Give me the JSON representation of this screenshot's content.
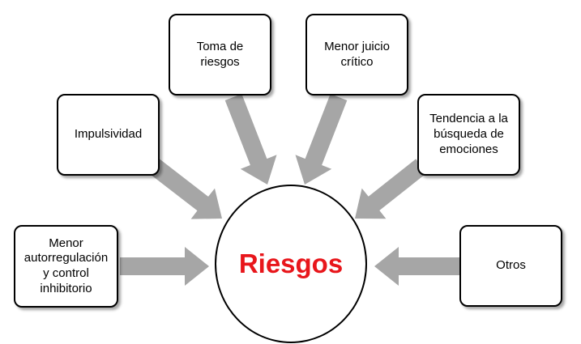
{
  "center": {
    "label": "Riesgos",
    "color": "#e8161b"
  },
  "arrow_color": "#a6a6a6",
  "nodes": [
    {
      "id": "toma",
      "label": "Toma de\nriesgos"
    },
    {
      "id": "juicio",
      "label": "Menor juicio\ncrítico"
    },
    {
      "id": "impulsividad",
      "label": "Impulsividad"
    },
    {
      "id": "tendencia",
      "label": "Tendencia a la\nbúsqueda de\nemociones"
    },
    {
      "id": "autorregulacion",
      "label": "Menor\nautorregulación\ny control\ninhibitorio"
    },
    {
      "id": "otros",
      "label": "Otros"
    }
  ]
}
